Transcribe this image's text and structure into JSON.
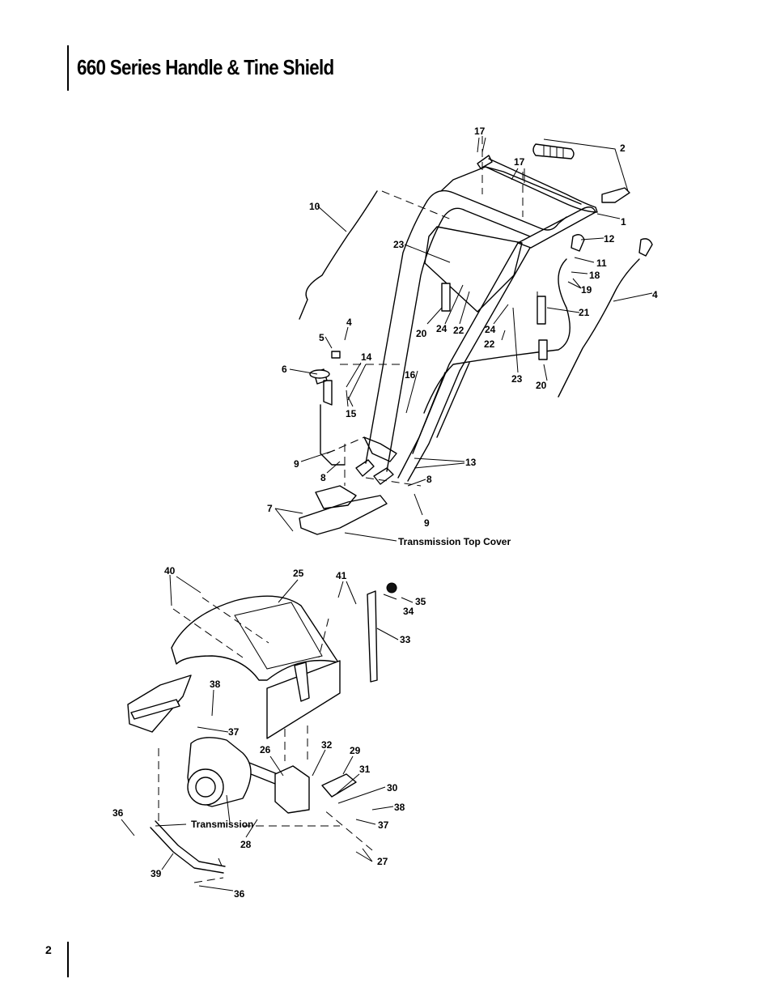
{
  "page": {
    "title": "660 Series Handle & Tine Shield",
    "page_number": "2"
  },
  "captions": {
    "transmission_top_cover": "Transmission Top Cover",
    "transmission": "Transmission"
  },
  "callouts": {
    "c1": "1",
    "c2": "2",
    "c4a": "4",
    "c4b": "4",
    "c5": "5",
    "c6": "6",
    "c7": "7",
    "c8a": "8",
    "c8b": "8",
    "c9a": "9",
    "c9b": "9",
    "c10": "10",
    "c11": "11",
    "c12": "12",
    "c13": "13",
    "c14": "14",
    "c15": "15",
    "c16": "16",
    "c17a": "17",
    "c17b": "17",
    "c18": "18",
    "c19": "19",
    "c20a": "20",
    "c20b": "20",
    "c21": "21",
    "c22a": "22",
    "c22b": "22",
    "c23a": "23",
    "c23b": "23",
    "c24a": "24",
    "c24b": "24",
    "c25": "25",
    "c26": "26",
    "c27": "27",
    "c28": "28",
    "c29": "29",
    "c30": "30",
    "c31": "31",
    "c32": "32",
    "c33": "33",
    "c34": "34",
    "c35": "35",
    "c36a": "36",
    "c36b": "36",
    "c37a": "37",
    "c37b": "37",
    "c38a": "38",
    "c38b": "38",
    "c39": "39",
    "c40": "40",
    "c41": "41"
  }
}
